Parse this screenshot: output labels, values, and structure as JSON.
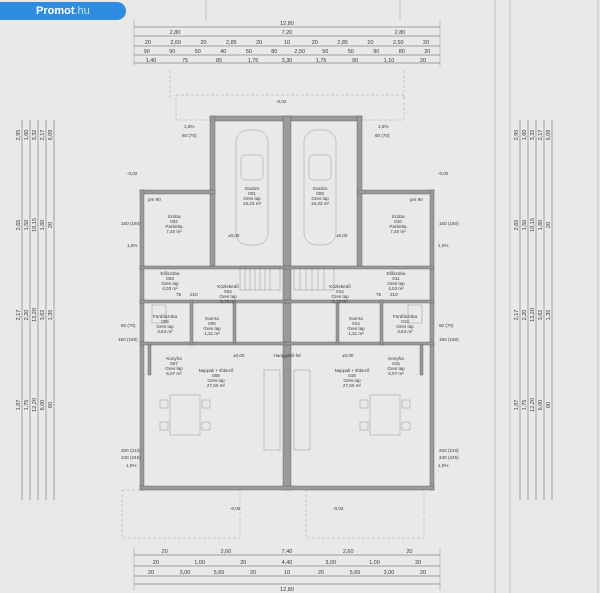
{
  "watermark": {
    "brand": "Promot",
    "tld": ".hu"
  },
  "dims_top": {
    "overall": "12,80",
    "row1": [
      "2,80",
      "7,20",
      "2,80"
    ],
    "row2": [
      "20",
      "2,60",
      "20",
      "2,85",
      "20",
      "10",
      "20",
      "2,85",
      "20",
      "2,50",
      "20"
    ],
    "row3": [
      "90",
      "90",
      "50",
      "40",
      "50",
      "80",
      "2,50",
      "50",
      "50",
      "90",
      "80",
      "20"
    ],
    "row4": [
      "1,40",
      "75",
      "85",
      "1,75",
      "3,30",
      "1,75",
      "90",
      "1,10",
      "20"
    ]
  },
  "dims_bottom": {
    "row1": [
      "20",
      "2,60",
      "7,40",
      "2,60",
      "20"
    ],
    "row2": [
      "20",
      "1,00",
      "20",
      "4,40",
      "3,00",
      "1,00",
      "20"
    ],
    "row3": [
      "20",
      "3,00",
      "5,65",
      "20",
      "10",
      "20",
      "5,65",
      "3,00",
      "20"
    ],
    "overall": "12,80"
  },
  "dims_left": [
    "2,95",
    "2,65",
    "2,17",
    "1,87",
    "1,60",
    "1,50",
    "2,20",
    "1,75",
    "3,32",
    "18,15",
    "13,20",
    "12,20",
    "2,17",
    "1,60",
    "3,62",
    "6,00",
    "6,09",
    "20",
    "1,35",
    "60"
  ],
  "dims_right": [
    "2,95",
    "2,65",
    "2,17",
    "1,87",
    "1,60",
    "1,50",
    "2,20",
    "1,75",
    "3,32",
    "18,15",
    "13,20",
    "12,20",
    "2,17",
    "1,60",
    "3,62",
    "6,00",
    "6,09",
    "20",
    "1,35",
    "60"
  ],
  "rooms": [
    {
      "name": "Garázs",
      "num": "001",
      "finish": "Gres lap",
      "area": "16,33 m²"
    },
    {
      "name": "Garázs",
      "num": "009",
      "finish": "Gres lap",
      "area": "16,33 m²"
    },
    {
      "name": "Szoba",
      "num": "002",
      "finish": "Parketta",
      "area": "7,40 m²"
    },
    {
      "name": "Szoba",
      "num": "010",
      "finish": "Parketta",
      "area": "7,40 m²"
    },
    {
      "name": "Előszoba",
      "num": "003",
      "finish": "Gres lap",
      "area": "4,03 m²"
    },
    {
      "name": "Előszoba",
      "num": "011",
      "finish": "Gres lap",
      "area": "4,03 m²"
    },
    {
      "name": "Közlekedő",
      "num": "004",
      "finish": "Gres lap",
      "area": "5,79 m²"
    },
    {
      "name": "Közlekedő",
      "num": "012",
      "finish": "Gres lap",
      "area": "5,79 m²"
    },
    {
      "name": "Fürdőszoba",
      "num": "005",
      "finish": "Gres lap",
      "area": "3,54 m²"
    },
    {
      "name": "Fürdőszoba",
      "num": "013",
      "finish": "Gres lap",
      "area": "3,54 m²"
    },
    {
      "name": "Kamra",
      "num": "006",
      "finish": "Gres lap",
      "area": "1,31 m²"
    },
    {
      "name": "Kamra",
      "num": "014",
      "finish": "Gres lap",
      "area": "1,31 m²"
    },
    {
      "name": "Konyha",
      "num": "007",
      "finish": "Gres lap",
      "area": "6,07 m²"
    },
    {
      "name": "Konyha",
      "num": "015",
      "finish": "Gres lap",
      "area": "6,07 m²"
    },
    {
      "name": "Nappali + Étkező",
      "num": "008",
      "finish": "Gres lap",
      "area": "27,60 m²"
    },
    {
      "name": "Nappali + Étkező",
      "num": "016",
      "finish": "Gres lap",
      "area": "27,60 m²"
    }
  ],
  "notes": {
    "wall": "Hanggátló fal",
    "level_zero": "±0,00",
    "level_neg": "-0,02",
    "slope": "1,5%",
    "parapet": "pm 90",
    "window_a": "150 (160)",
    "window_b": "60 (70)",
    "window_c": "200 (210)",
    "window_d": "240 (245)",
    "door_a": "75",
    "door_b": "210"
  },
  "colors": {
    "badge": "#2e8de0",
    "paper": "#e9e9e7",
    "wall": "#9a9a9a"
  }
}
